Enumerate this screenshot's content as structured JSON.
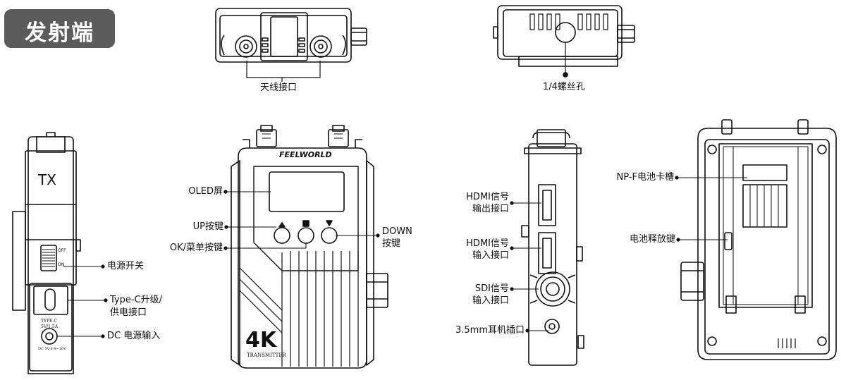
{
  "header": {
    "badge": "发射端"
  },
  "device": {
    "brand": "FEELWORLD",
    "big_label": "4K",
    "sub_label": "TRANSMITTER",
    "side_label": "TX",
    "switch_off": "OFF",
    "switch_on": "ON",
    "typec_print": "TYPE-C",
    "typec_spec": "5V/1.5A",
    "dc_print": "DC 5V-8.4~16V"
  },
  "labels": {
    "antenna": "天线接口",
    "screw": "1/4螺丝孔",
    "oled": "OLED屏",
    "up": "UP按键",
    "ok": "OK/菜单按键",
    "down_1": "DOWN",
    "down_2": "按键",
    "power": "电源开关",
    "typec_1": "Type-C升级/",
    "typec_2": "供电接口",
    "dc": "DC 电源输入",
    "hdmi_out_1": "HDMI信号",
    "hdmi_out_2": "输出接口",
    "hdmi_in_1": "HDMI信号",
    "hdmi_in_2": "输入接口",
    "sdi_1": "SDI信号",
    "sdi_2": "输入接口",
    "earphone": "3.5mm耳机插口",
    "npf": "NP-F电池卡槽",
    "release": "电池释放键"
  }
}
